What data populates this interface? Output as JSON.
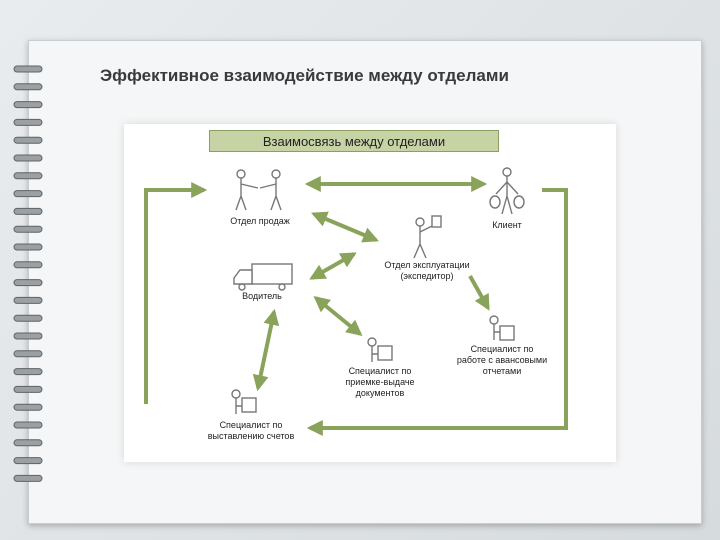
{
  "slide": {
    "title": "Эффективное взаимодействие между отделами"
  },
  "diagram": {
    "header": "Взаимосвязь между отделами",
    "nodes": {
      "sales": "Отдел продаж",
      "client": "Клиент",
      "operations_line1": "Отдел эксплуатации",
      "operations_line2": "(экспедитор)",
      "driver": "Водитель",
      "advance_line1": "Специалист по",
      "advance_line2": "работе с авансовыми",
      "advance_line3": "отчетами",
      "docs_line1": "Специалист по",
      "docs_line2": "приемке-выдаче",
      "docs_line3": "документов",
      "invoice_line1": "Специалист по",
      "invoice_line2": "выставлению счетов"
    },
    "colors": {
      "arrow": "#8aa35a",
      "header_fill": "#c6d3a5",
      "figure": "#777777"
    }
  }
}
